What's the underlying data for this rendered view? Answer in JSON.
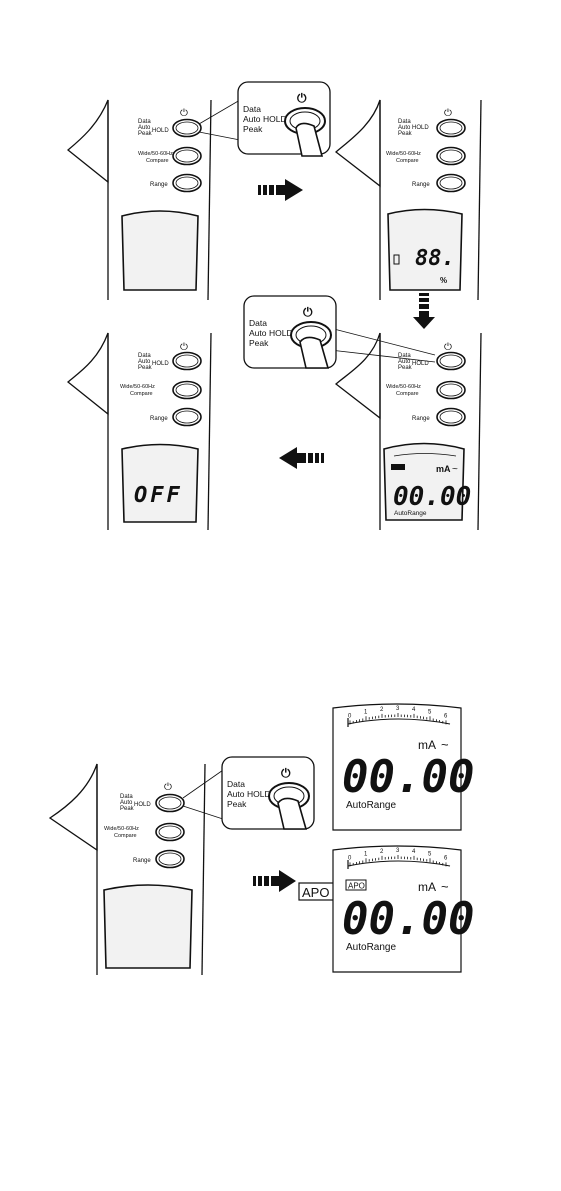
{
  "buttons": {
    "hold_line1": "Data",
    "hold_line2": "Auto",
    "hold_hold": "HOLD",
    "hold_line3": "Peak",
    "wide_line1": "Wide/50-60Hz",
    "wide_line2": "Compare",
    "range": "Range"
  },
  "displays": {
    "startup_digits": "88.",
    "startup_unit": "%",
    "off_text": "OFF",
    "apo_badge": "APO",
    "unit": "mA",
    "ac_symbol": "~",
    "reading": "00.00",
    "autorange": "AutoRange",
    "scale_ticks": [
      "0",
      "1",
      "2",
      "3",
      "4",
      "5",
      "6"
    ]
  },
  "callouts": {
    "apo_label": "APO"
  },
  "colors": {
    "ink": "#111111",
    "lcd_fill": "#f2f2f2",
    "arrow": "#111111"
  }
}
